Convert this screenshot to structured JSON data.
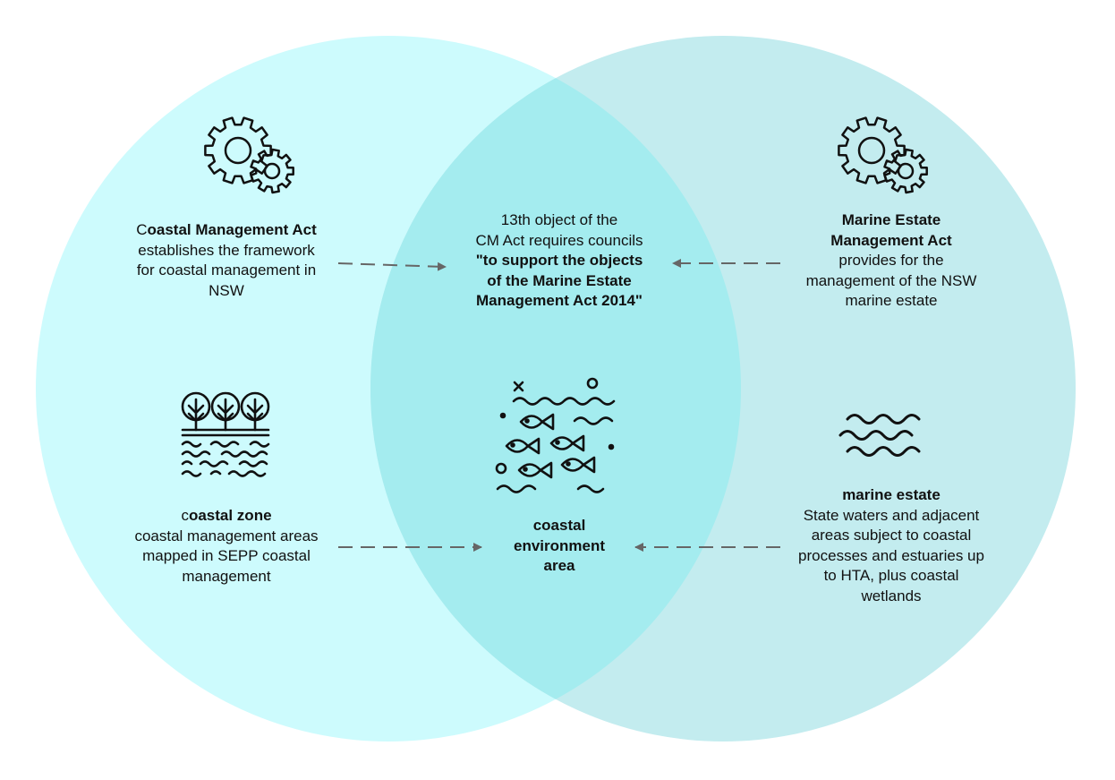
{
  "colors": {
    "left_circle": "#cdfbfd",
    "right_circle": "#c3ecef",
    "overlap": "#a4ecef",
    "arrow": "#666666",
    "icon": "#111111"
  },
  "left": {
    "top": {
      "icon": "gears-icon",
      "title_first_letter": "C",
      "title_rest": "oastal Management Act",
      "line1": "establishes the framework",
      "line2": "for coastal management in",
      "line3": "NSW"
    },
    "bottom": {
      "icon": "trees-and-waves-icon",
      "title_first_letter": "c",
      "title_rest": "oastal zone",
      "line1": "coastal management areas",
      "line2": "mapped in SEPP coastal",
      "line3": "management"
    }
  },
  "center": {
    "top": {
      "line1": "13th object of the",
      "line2": "CM Act requires councils",
      "quote1": "\"to support the objects",
      "quote2": "of the Marine Estate",
      "quote3": "Management Act 2014\""
    },
    "bottom": {
      "icon": "fish-and-waves-icon",
      "line1": "coastal",
      "line2": "environment",
      "line3": "area"
    }
  },
  "right": {
    "top": {
      "icon": "gears-icon",
      "title1": "Marine Estate",
      "title2": "Management Act",
      "line1": "provides for the",
      "line2": "management of the NSW",
      "line3": "marine estate"
    },
    "bottom": {
      "icon": "waves-icon",
      "title": "marine estate",
      "line1": "State waters and adjacent",
      "line2": "areas subject to coastal",
      "line3": "processes and estuaries up",
      "line4": "to HTA, plus coastal",
      "line5": "wetlands"
    }
  }
}
